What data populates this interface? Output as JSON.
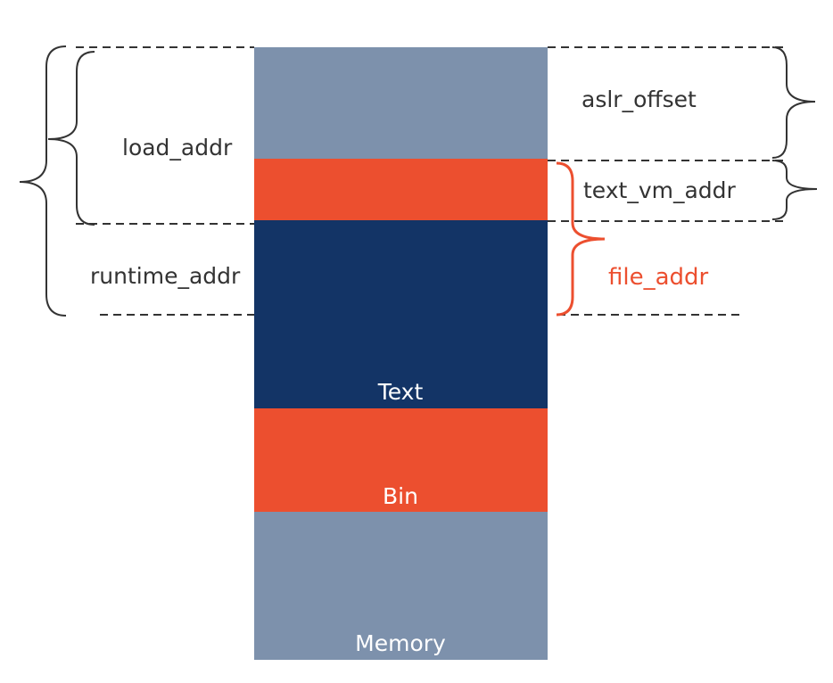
{
  "colors": {
    "memory": "#7d91ac",
    "bin": "#ec4f2f",
    "text_segment": "#133466",
    "label": "#333333",
    "highlight": "#ec4f2f",
    "segment_label": "#ffffff"
  },
  "segments": {
    "text": "Text",
    "bin": "Bin",
    "memory": "Memory"
  },
  "labels": {
    "load_addr": "load_addr",
    "runtime_addr": "runtime_addr",
    "aslr_offset": "aslr_offset",
    "text_vm_addr": "text_vm_addr",
    "file_addr": "file_addr"
  }
}
